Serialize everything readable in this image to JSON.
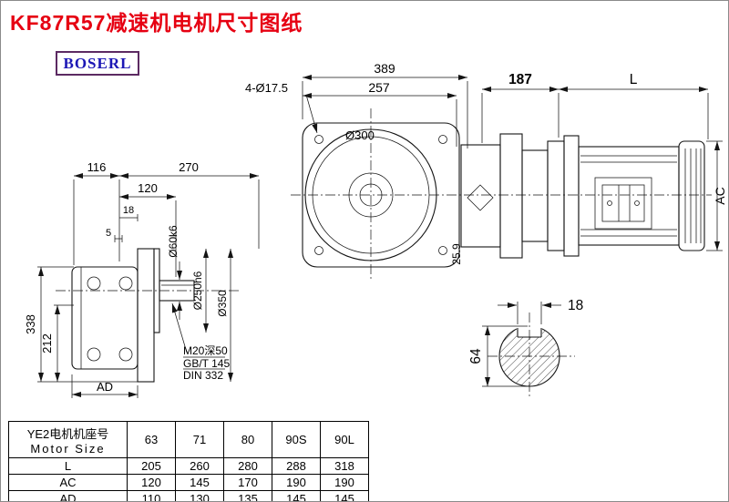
{
  "header": {
    "title": "KF87R57减速机电机尺寸图纸",
    "logo": "BOSERL"
  },
  "colors": {
    "title_red": "#e60012",
    "logo_text_blue": "#1c17b5",
    "logo_border": "#5c2a62",
    "line_black": "#141414"
  },
  "front_view": {
    "dim_total_width": "389",
    "dim_flange_width": "257",
    "holes_note": "4-Ø17.5",
    "flange_diameter": "Ø300",
    "dim_offset": "25.9"
  },
  "motor_view": {
    "dim_adapter_length": "187",
    "dim_motor_length": "L",
    "dim_motor_diameter": "AC"
  },
  "side_view": {
    "dim_body_depth": "116",
    "dim_total_depth": "270",
    "dim_shaft_length": "120",
    "dim_flange_thickness": "18",
    "dim_step": "5",
    "dim_total_height": "338",
    "dim_center_height": "212",
    "dim_ad": "AD",
    "shaft_diameter": "Ø60k6",
    "spigot_diameter": "Ø250h6",
    "flange_outer_diameter": "Ø350",
    "tap_line1": "M20深50",
    "tap_line2": "GB/T 145",
    "tap_line3": "DIN 332"
  },
  "shaft_section": {
    "key_width": "18",
    "shaft_diameter": "64"
  },
  "size_table": {
    "header_cn": "YE2电机机座号",
    "header_en": "Motor Size",
    "frame_sizes": [
      "63",
      "71",
      "80",
      "90S",
      "90L"
    ],
    "rows": [
      {
        "label": "L",
        "values": [
          "205",
          "260",
          "280",
          "288",
          "318"
        ]
      },
      {
        "label": "AC",
        "values": [
          "120",
          "145",
          "170",
          "190",
          "190"
        ]
      },
      {
        "label": "AD",
        "values": [
          "110",
          "130",
          "135",
          "145",
          "145"
        ]
      }
    ]
  }
}
